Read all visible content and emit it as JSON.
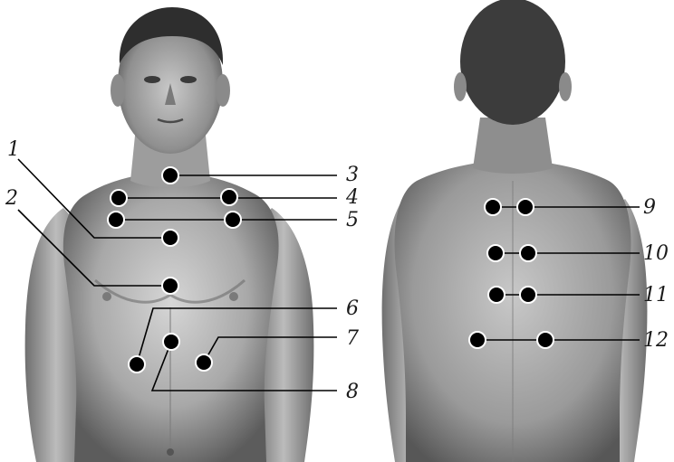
{
  "figure": {
    "panels": [
      "front-torso",
      "back-torso"
    ],
    "point_labels": {
      "p1": "1",
      "p2": "2",
      "p3": "3",
      "p4": "4",
      "p5": "5",
      "p6": "6",
      "p7": "7",
      "p8": "8",
      "p9": "9",
      "p10": "10",
      "p11": "11",
      "p12": "12"
    },
    "colors": {
      "dot": "#000000",
      "dot_outline": "#ffffff",
      "skin_light": "#d9d9d9",
      "skin_dark": "#5a5a5a",
      "hair": "#2a2a2a"
    }
  }
}
